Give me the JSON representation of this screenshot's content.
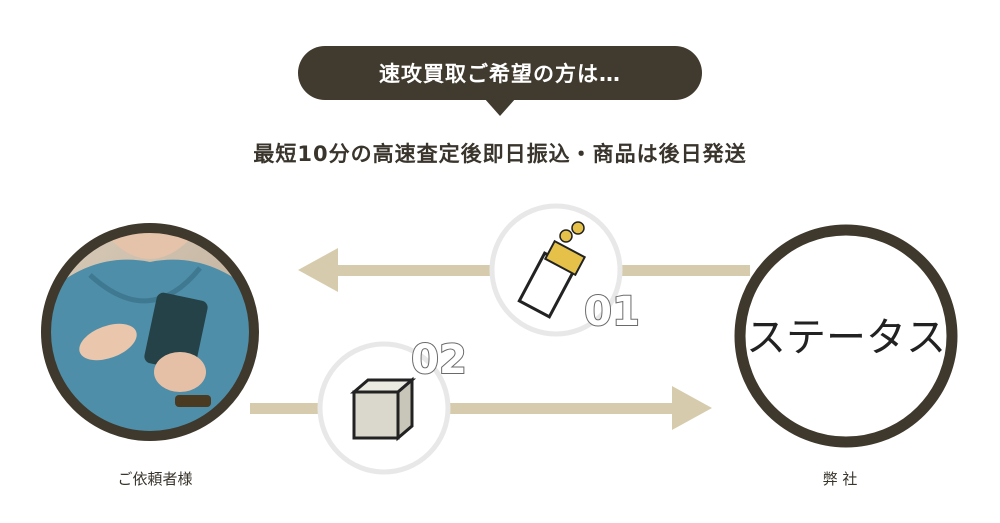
{
  "header": {
    "badge_text": "速攻買取ご希望の方は…"
  },
  "subtitle": "最短10分の高速査定後即日振込・商品は後日発送",
  "steps": [
    {
      "number": "01",
      "icon": "money-envelope-icon"
    },
    {
      "number": "02",
      "icon": "package-box-icon"
    }
  ],
  "customer": {
    "label": "ご依頼者様",
    "image": "person-using-smartphone"
  },
  "company": {
    "label": "弊 社",
    "brand_logo_text": "ステータス"
  },
  "colors": {
    "badge_bg": "#413a2e",
    "arrow": "#d6ccad",
    "ring": "#3f382c"
  }
}
